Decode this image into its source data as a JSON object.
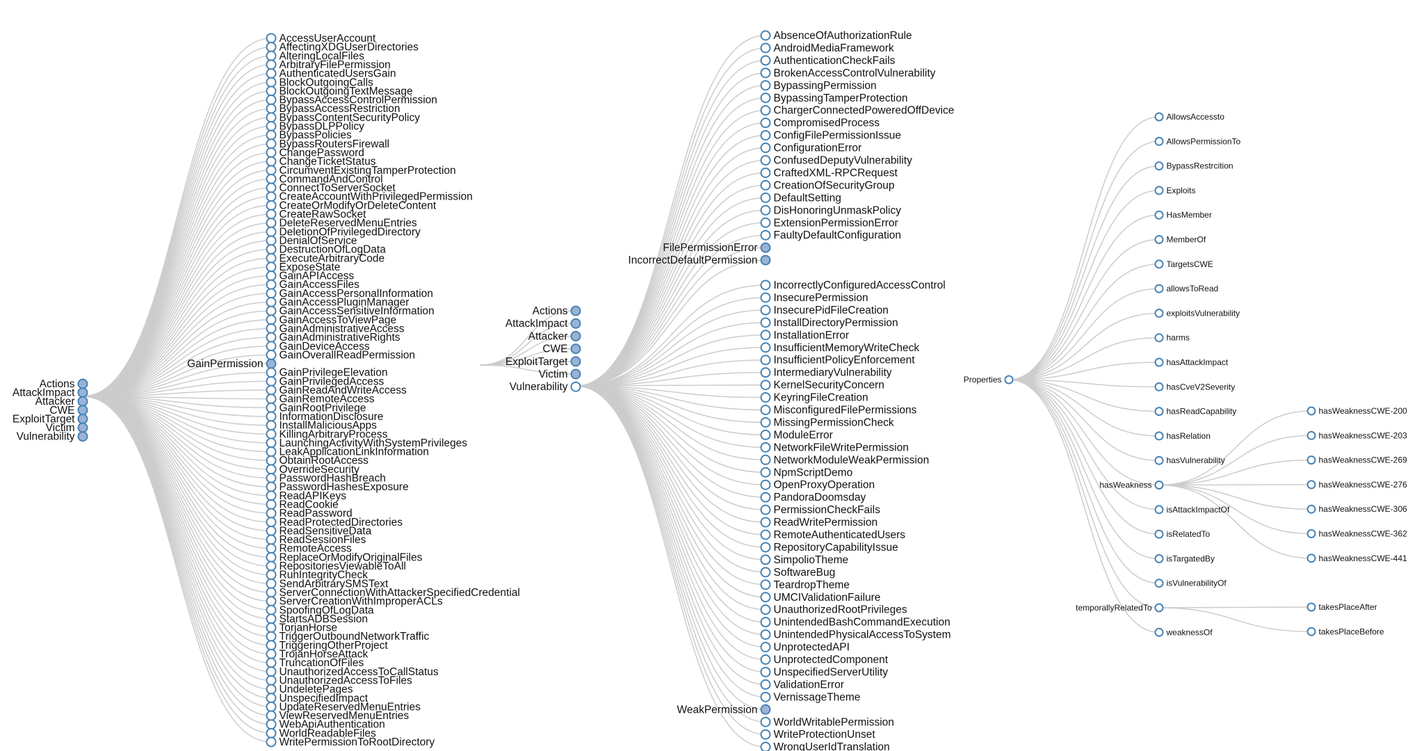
{
  "colors": {
    "link": "#cccccc",
    "node_stroke": "#4682b4",
    "node_fill_collapsed": "#9ab3d4",
    "node_fill_leaf": "#ffffff"
  },
  "tree1": {
    "roots": [
      "Actions",
      "AttackImpact",
      "Attacker",
      "CWE",
      "ExploitTarget",
      "Victim",
      "Vulnerability"
    ],
    "branch": "GainPermission",
    "children": [
      "AccessUserAccount",
      "AffectingXDGUserDirectories",
      "AlteringLocalFiles",
      "ArbitraryFilePermission",
      "AuthenticatedUsersGain",
      "BlockOutgoingCalls",
      "BlockOutgoingTextMessage",
      "BypassAccessControlPermission",
      "BypassAccessRestriction",
      "BypassContentSecurityPolicy",
      "BypassDLPPolicy",
      "BypassPolicies",
      "BypassRoutersFirewall",
      "ChangePassword",
      "ChangeTicketStatus",
      "CircumventExistingTamperProtection",
      "CommandAndControl",
      "ConnectToServerSocket",
      "CreateAccountWithPrivilegedPermission",
      "CreateOrModifyOrDeleteContent",
      "CreateRawSocket",
      "DeleteReservedMenuEntries",
      "DeletionOfPrivilegedDirectory",
      "DenialOfService",
      "DestructionOfLogData",
      "ExecuteArbitraryCode",
      "ExposeState",
      "GainAPIAccess",
      "GainAccessFiles",
      "GainAccessPersonalInformation",
      "GainAccessPluginManager",
      "GainAccessSensitiveInformation",
      "GainAccessToViewPage",
      "GainAdministrativeAccess",
      "GainAdministrativeRights",
      "GainDeviceAccess",
      "GainOverallReadPermission",
      "GainPrivilegeElevation",
      "GainPrivilegedAccess",
      "GainReadAndWriteAccess",
      "GainRemoteAccess",
      "GainRootPrivilege",
      "InformationDisclosure",
      "InstallMaliciousApps",
      "KillingArbitraryProcess",
      "LaunchingActivityWithSystemPrivileges",
      "LeakApplicationLinkInformation",
      "ObtainRootAccess",
      "OverrideSecurity",
      "PasswordHashBreach",
      "PasswordHashesExposure",
      "ReadAPIKeys",
      "ReadCookie",
      "ReadPassword",
      "ReadProtectedDirectories",
      "ReadSensitiveData",
      "ReadSessionFiles",
      "RemoteAccess",
      "ReplaceOrModifyOriginalFiles",
      "RepositoriesViewableToAll",
      "RunIntegrityCheck",
      "SendArbitrarySMSText",
      "ServerConnectionWithAttackerSpecifiedCredential",
      "ServerCreationWithImproperACLs",
      "SpoofingOfLogData",
      "StartsADBSession",
      "TorjanHorse",
      "TriggerOutboundNetworkTraffic",
      "TriggeringOtherProject",
      "TrojanHorseAttack",
      "TruncationOfFiles",
      "UnauthorizedAccessToCallStatus",
      "UnauthorizedAccessToFiles",
      "UndeletePages",
      "UnspecifiedImpact",
      "UpdateReservedMenuEntries",
      "ViewReservedMenuEntries",
      "WebApiAuthentication",
      "WorldReadableFiles",
      "WritePermissionToRootDirectory"
    ]
  },
  "tree2": {
    "roots": [
      "Actions",
      "AttackImpact",
      "Attacker",
      "CWE",
      "ExploitTarget",
      "Victim",
      "Vulnerability"
    ],
    "branch": "Vulnerability",
    "children": [
      "AbsenceOfAuthorizationRule",
      "AndroidMediaFramework",
      "AuthenticationCheckFails",
      "BrokenAccessControlVulnerability",
      "BypassingPermission",
      "BypassingTamperProtection",
      "ChargerConnectedPoweredOffDevice",
      "CompromisedProcess",
      "ConfigFilePermissionIssue",
      "ConfigurationError",
      "ConfusedDeputyVulnerability",
      "CraftedXML-RPCRequest",
      "CreationOfSecurityGroup",
      "DefaultSetting",
      "DisHonoringUnmaskPolicy",
      "ExtensionPermissionError",
      "FaultyDefaultConfiguration"
    ],
    "collapsed_children": [
      "FilePermissionError",
      "IncorrectDefaultPermission"
    ],
    "children_b": [
      "IncorrectlyConfiguredAccessControl",
      "InsecurePermission",
      "InsecurePidFileCreation",
      "InstallDirectoryPermission",
      "InstallationError",
      "InsufficientMemoryWriteCheck",
      "InsufficientPolicyEnforcement",
      "IntermediaryVulnerability",
      "KernelSecurityConcern",
      "KeyringFileCreation",
      "MisconfiguredFilePermissions",
      "MissingPermissionCheck",
      "ModuleError",
      "NetworkFileWritePermission",
      "NetworkModuleWeakPermission",
      "NpmScriptDemo",
      "OpenProxyOperation",
      "PandoraDoomsday",
      "PermissionCheckFails",
      "ReadWritePermission",
      "RemoteAuthenticatedUsers",
      "RepositoryCapabilityIssue",
      "SimpolioTheme",
      "SoftwareBug",
      "TeardropTheme",
      "UMCIValidationFailure",
      "UnauthorizedRootPrivileges",
      "UnintendedBashCommandExecution",
      "UnintendedPhysicalAccessToSystem",
      "UnprotectedAPI",
      "UnprotectedComponent",
      "UnspecifiedServerUtility",
      "ValidationError",
      "VernissageTheme"
    ],
    "collapsed_child_c": "WeakPermission",
    "children_c": [
      "WorldWritablePermission",
      "WriteProtectionUnset",
      "WrongUserIdTranslation"
    ]
  },
  "tree3": {
    "root": "Properties",
    "children": [
      "AllowsAccessto",
      "AllowsPermissionTo",
      "BypassRestrcition",
      "Exploits",
      "HasMember",
      "MemberOf",
      "TargetsCWE",
      "allowsToRead",
      "exploitsVulnerability",
      "harms",
      "hasAttackImpact",
      "hasCveV2Severity",
      "hasReadCapability",
      "hasRelation",
      "hasVulnerability"
    ],
    "weakness": "hasWeakness",
    "weakness_children": [
      "hasWeaknessCWE-200",
      "hasWeaknessCWE-203",
      "hasWeaknessCWE-269",
      "hasWeaknessCWE-276",
      "hasWeaknessCWE-306",
      "hasWeaknessCWE-362",
      "hasWeaknessCWE-441"
    ],
    "children_b": [
      "isAttackImpactOf",
      "isRelatedTo",
      "isTargatedBy",
      "isVulnerabilityOf"
    ],
    "temporal": "temporallyRelatedTo",
    "temporal_children": [
      "takesPlaceAfter",
      "takesPlaceBefore"
    ],
    "last": "weaknessOf"
  }
}
